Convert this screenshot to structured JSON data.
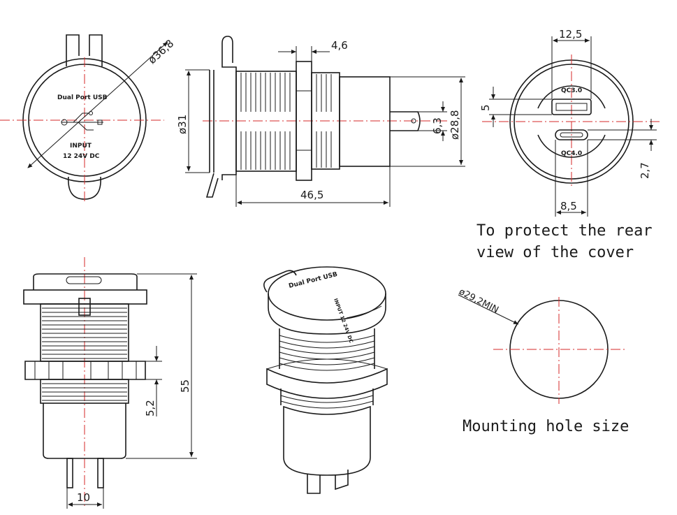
{
  "front_view": {
    "diameter_label": "ø36,8",
    "panel_title": "Dual Port USB",
    "input_line1": "INPUT",
    "input_line2": "12 24V DC"
  },
  "side_view": {
    "dim_nut": "4,6",
    "dim_thread_dia": "ø31",
    "dim_terminal": "6,3",
    "dim_body_dia": "ø28,8",
    "dim_length": "46,5"
  },
  "rear_view": {
    "dim_width": "12,5",
    "dim_height": "5",
    "dim_typec_height": "2,7",
    "dim_typec_width": "8,5",
    "port_a_label": "QC3.0",
    "port_c_label": "QC4.0"
  },
  "rear_note": {
    "line1": "To protect the rear",
    "line2": "view of the cover"
  },
  "elevation_view": {
    "dim_total_height": "55",
    "dim_nut_height": "5,2",
    "dim_pin_spacing": "10"
  },
  "iso_view": {
    "panel_title": "Dual Port USB",
    "input_text": "INPUT 12 24V DC"
  },
  "mounting_hole": {
    "diameter_label": "ø29,2MIN",
    "caption": "Mounting hole size"
  }
}
